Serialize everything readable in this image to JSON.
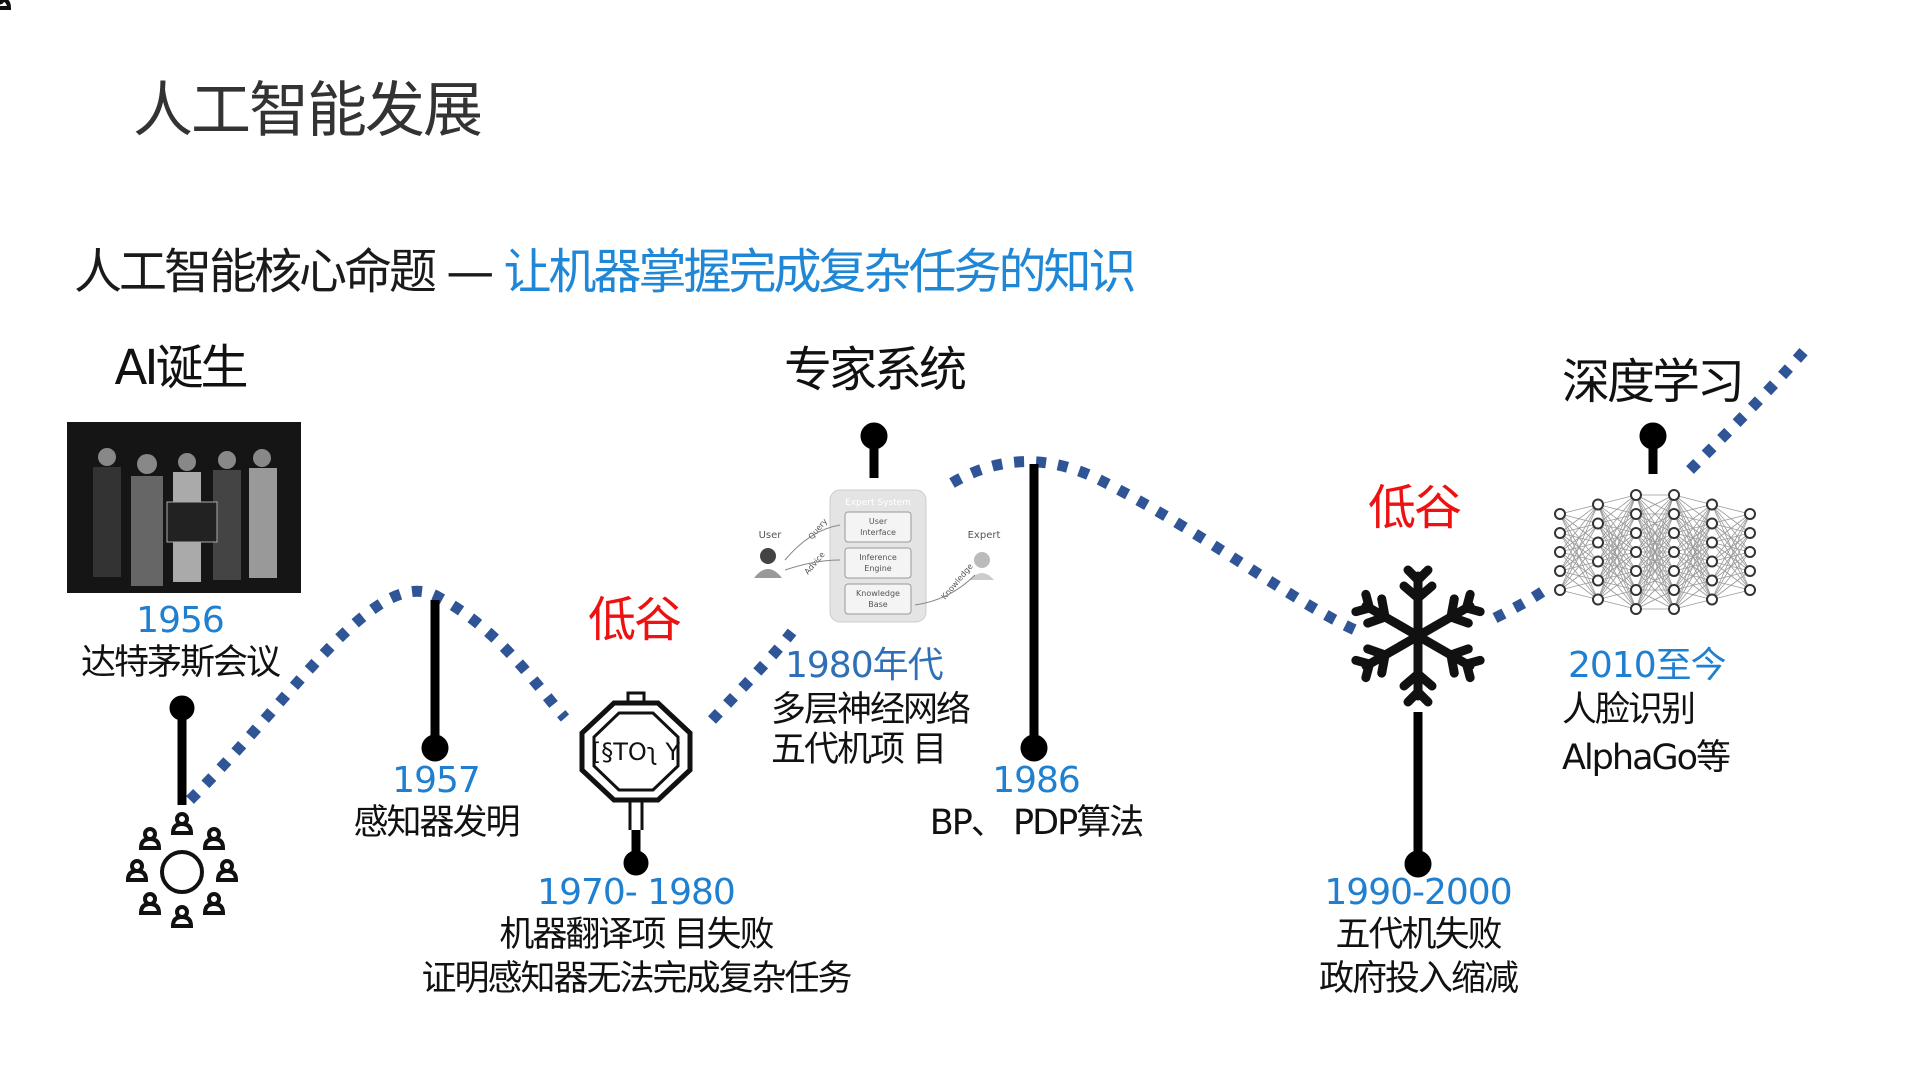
{
  "title": "人工智能发展",
  "subtitle": {
    "prefix": "人工智能核心命题 — ",
    "highlight": "让机器掌握完成复杂任务的知识"
  },
  "eras": {
    "birth": "AI诞生",
    "expert": "专家系统",
    "deep": "深度学习"
  },
  "troughs": [
    "低谷",
    "低谷"
  ],
  "milestones": [
    {
      "year": "1956",
      "lines": [
        "达特茅斯会议"
      ]
    },
    {
      "year": "1957",
      "lines": [
        "感知器发明"
      ]
    },
    {
      "year": "1970- 1980",
      "lines": [
        "机器翻译项 目失败",
        "证明感知器无法完成复杂任务"
      ]
    },
    {
      "year": "1980年代",
      "lines": [
        "多层神经网络",
        "五代机项 目"
      ]
    },
    {
      "year": "1986",
      "lines": [
        "BP、 PDP算法"
      ]
    },
    {
      "year": "1990-2000",
      "lines": [
        "五代机失败",
        "政府投入缩减"
      ]
    },
    {
      "year": "2010至今",
      "lines": [
        "人脸识别",
        "AlphaGo等"
      ]
    }
  ],
  "expert_diagram": {
    "system": "Expert System",
    "ui": [
      "User",
      "Interface"
    ],
    "engine": [
      "Inference",
      "Engine"
    ],
    "kb": [
      "Knowledge",
      "Base"
    ],
    "user": "User",
    "expert": "Expert",
    "query": "Query",
    "advice": "Advice",
    "knowledge": "Knowledge"
  },
  "stop_sign_text": "[§TOʅ Y",
  "colors": {
    "accent": "#1f7fd0",
    "trough": "#ee1111",
    "wave": "#2f5597"
  }
}
